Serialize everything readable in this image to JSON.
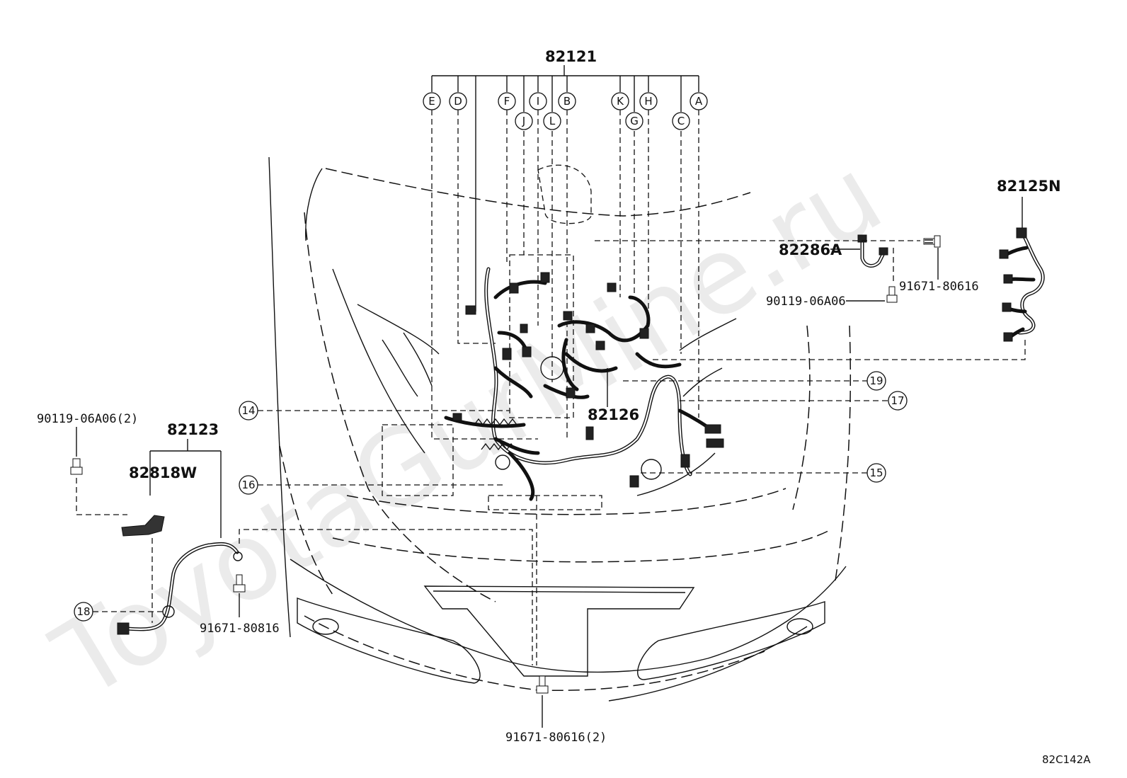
{
  "watermark": "ToyotaGurMine.ru",
  "diagram_ref": "82C142A",
  "parts": {
    "main_harness": "82121",
    "harness_82123": "82123",
    "harness_82125N": "82125N",
    "harness_82126": "82126",
    "wire_82286A": "82286A",
    "wire_82818W": "82818W",
    "bolt_91671_80616": "91671-80616",
    "bolt_90119_06A06": "90119-06A06",
    "bolt_90119_06A06_2": "90119-06A06(2)",
    "bolt_91671_80816": "91671-80816",
    "bolt_91671_80616_2": "91671-80616(2)"
  },
  "connector_letters": [
    "E",
    "D",
    "F",
    "I",
    "B",
    "K",
    "H",
    "A",
    "J",
    "L",
    "G",
    "C"
  ],
  "callouts": [
    "14",
    "15",
    "16",
    "17",
    "18",
    "19"
  ]
}
